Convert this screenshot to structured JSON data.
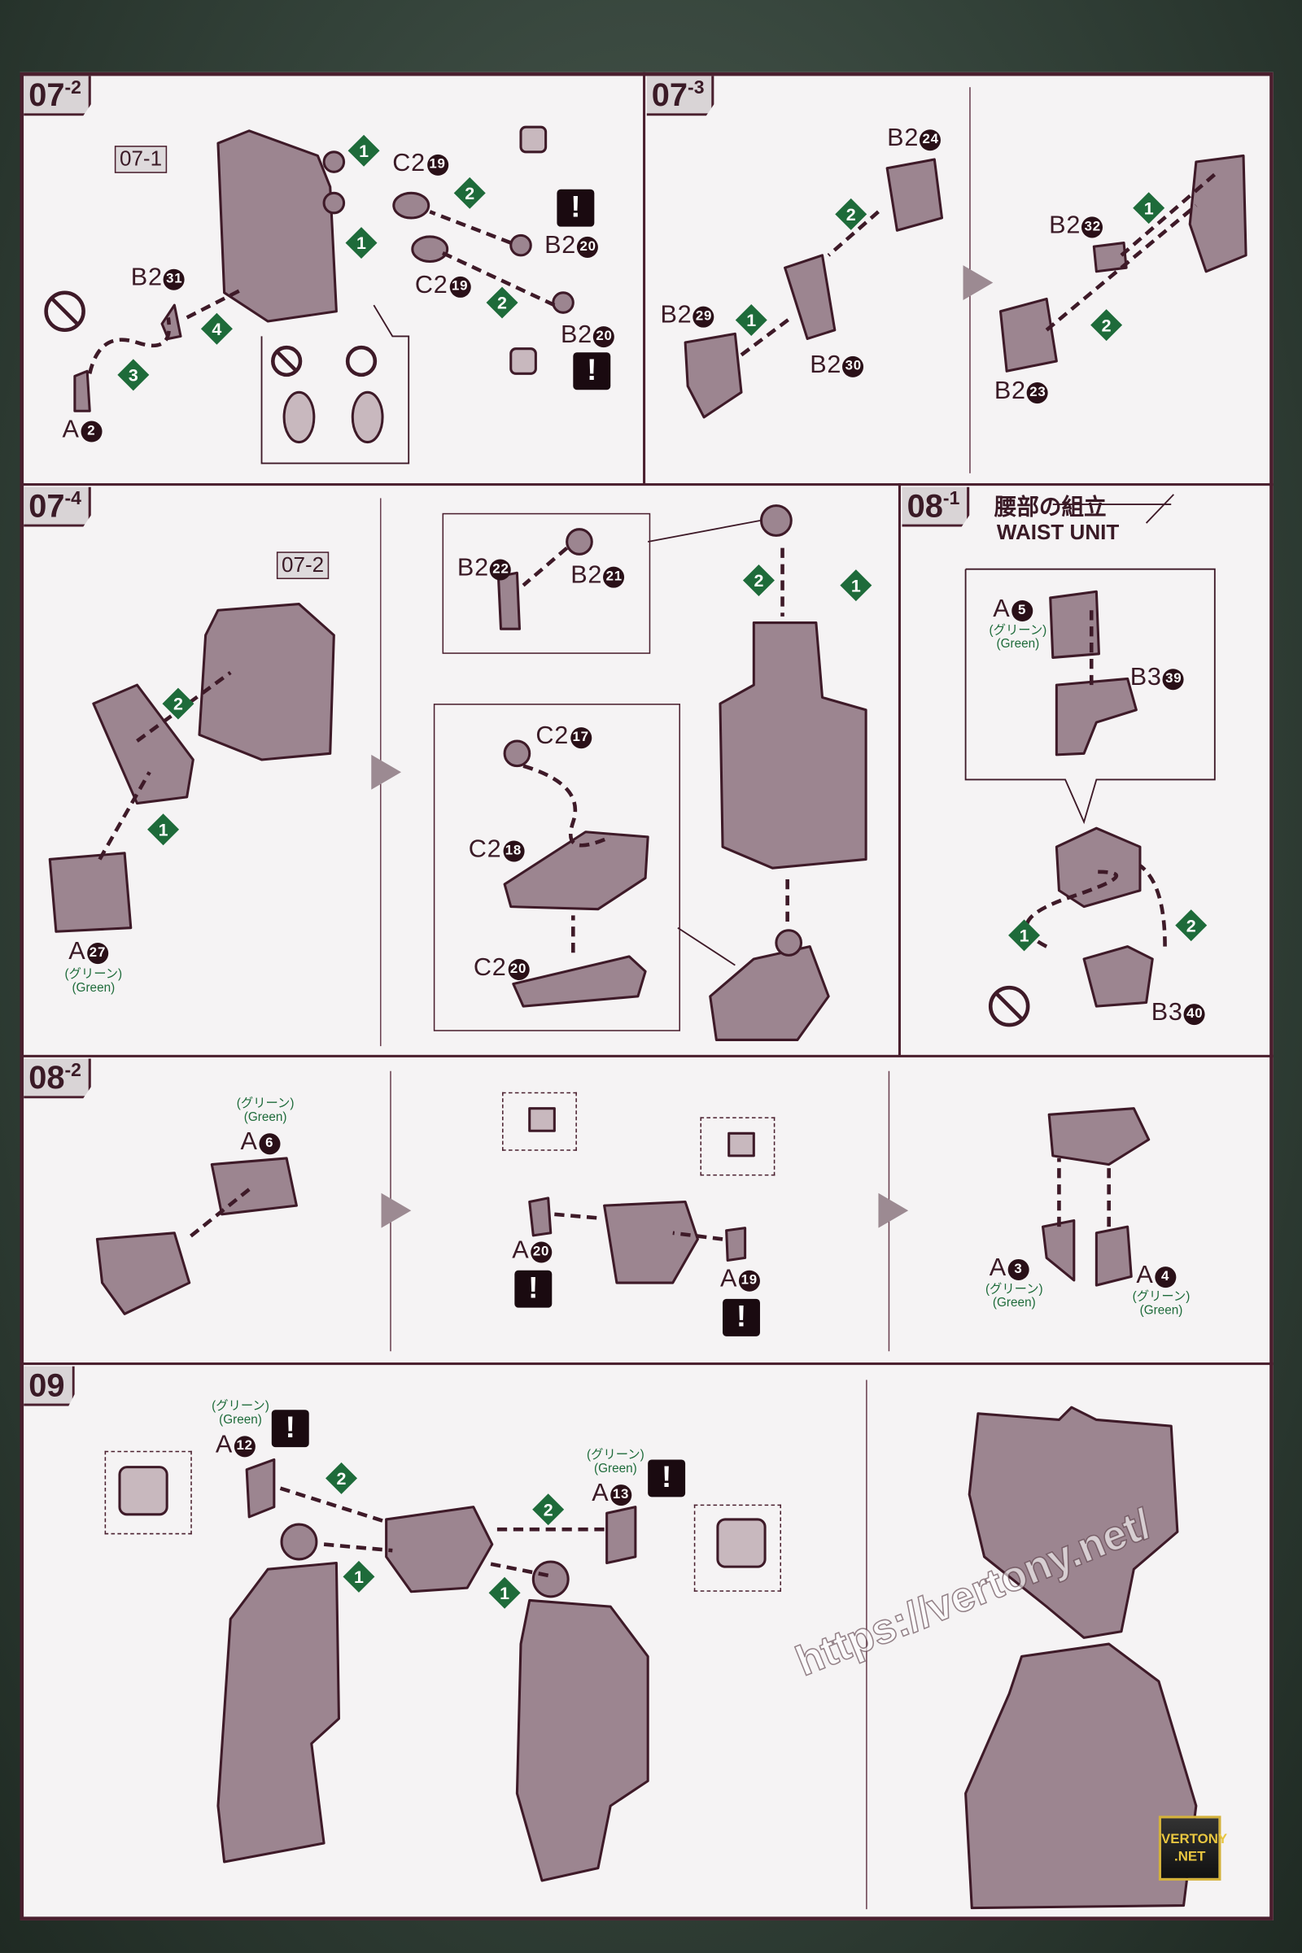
{
  "steps": {
    "s0702": {
      "num": "07",
      "sub": "-2",
      "ref": "07-1",
      "parts": [
        {
          "code": "C2",
          "num": "19"
        },
        {
          "code": "B2",
          "num": "20"
        },
        {
          "code": "C2",
          "num": "19"
        },
        {
          "code": "B2",
          "num": "20"
        },
        {
          "code": "B2",
          "num": "31"
        },
        {
          "code": "A",
          "num": "2"
        }
      ],
      "order": [
        "1",
        "2",
        "1",
        "2",
        "4",
        "3"
      ],
      "warning": "!"
    },
    "s0703": {
      "num": "07",
      "sub": "-3",
      "parts": [
        {
          "code": "B2",
          "num": "24"
        },
        {
          "code": "B2",
          "num": "29"
        },
        {
          "code": "B2",
          "num": "30"
        },
        {
          "code": "B2",
          "num": "32"
        },
        {
          "code": "B2",
          "num": "23"
        }
      ],
      "order": [
        "2",
        "1",
        "1",
        "2"
      ]
    },
    "s0704": {
      "num": "07",
      "sub": "-4",
      "ref": "07-2",
      "parts": [
        {
          "code": "A",
          "num": "27"
        },
        {
          "code": "B2",
          "num": "22"
        },
        {
          "code": "B2",
          "num": "21"
        },
        {
          "code": "C2",
          "num": "17"
        },
        {
          "code": "C2",
          "num": "18"
        },
        {
          "code": "C2",
          "num": "20"
        }
      ],
      "order": [
        "2",
        "1",
        "2",
        "1"
      ]
    },
    "s0801": {
      "num": "08",
      "sub": "-1",
      "title_jp": "腰部の組立",
      "title_en": "WAIST UNIT",
      "parts": [
        {
          "code": "A",
          "num": "5"
        },
        {
          "code": "B3",
          "num": "39"
        },
        {
          "code": "B3",
          "num": "40"
        }
      ],
      "order": [
        "1",
        "2"
      ]
    },
    "s0802": {
      "num": "08",
      "sub": "-2",
      "parts": [
        {
          "code": "A",
          "num": "6"
        },
        {
          "code": "A",
          "num": "20"
        },
        {
          "code": "A",
          "num": "19"
        },
        {
          "code": "A",
          "num": "3"
        },
        {
          "code": "A",
          "num": "4"
        }
      ]
    },
    "s09": {
      "num": "09",
      "parts": [
        {
          "code": "A",
          "num": "12"
        },
        {
          "code": "A",
          "num": "13"
        }
      ],
      "order": [
        "2",
        "1",
        "2",
        "1"
      ]
    }
  },
  "color_note": {
    "jp": "(グリーン)",
    "en": "(Green)"
  },
  "watermark": {
    "url": "https://vertony.net/",
    "logo_line1": "VERTONY",
    "logo_line2": ".NET"
  },
  "colors": {
    "line": "#4a1f2e",
    "step_marker": "#1e6b3a",
    "part": "#9c8590",
    "background": "#34433a"
  }
}
